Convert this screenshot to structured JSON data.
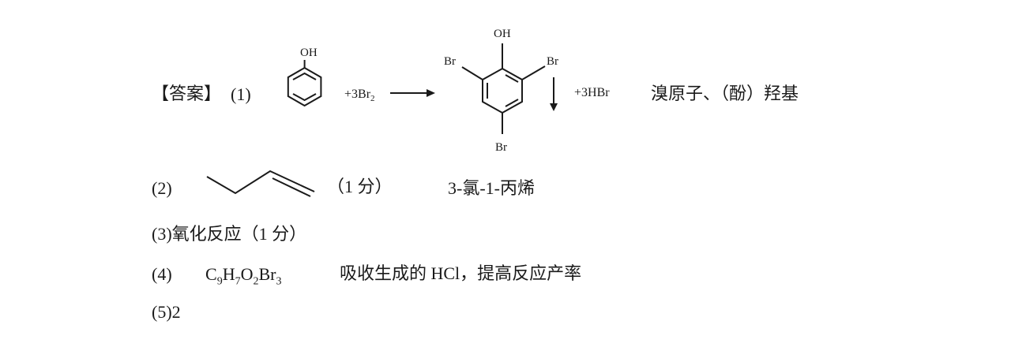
{
  "answer_label": "【答案】",
  "q1": {
    "num": "(1)",
    "phenol_oh": "OH",
    "reagent": "+3Br",
    "reagent_sub": "2",
    "product_oh": "OH",
    "br_left": "Br",
    "br_right": "Br",
    "br_bottom": "Br",
    "byproduct": "+3HBr",
    "groups": "溴原子、（酚）羟基"
  },
  "q2": {
    "num": "(2)",
    "score": "（1 分）",
    "name": "3-氯-1-丙烯"
  },
  "q3": {
    "text": "(3)氧化反应（1 分）"
  },
  "q4": {
    "num": "(4)",
    "formula": {
      "c": "C",
      "c_n": "9",
      "h": "H",
      "h_n": "7",
      "o": "O",
      "o_n": "2",
      "br": "Br",
      "br_n": "3"
    },
    "text": "吸收生成的 HCl，提高反应产率"
  },
  "q5": {
    "text": "(5)2"
  }
}
